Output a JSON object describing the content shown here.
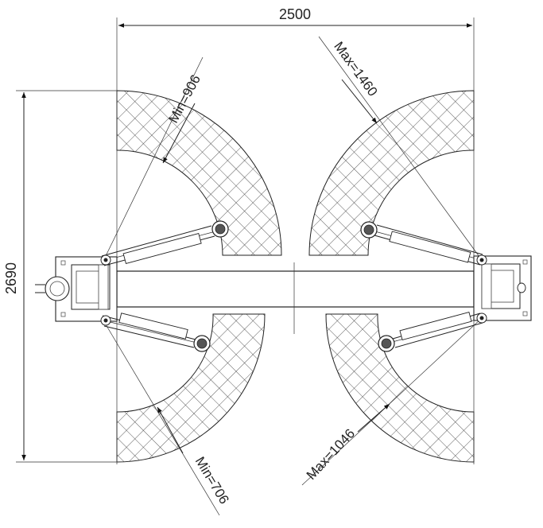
{
  "drawing": {
    "width_dimension": "2500",
    "height_dimension": "2690",
    "labels": {
      "top_left": "Min=906",
      "top_right": "Max=1460",
      "bottom_left": "Min=706",
      "bottom_right": "Max=1046"
    }
  }
}
